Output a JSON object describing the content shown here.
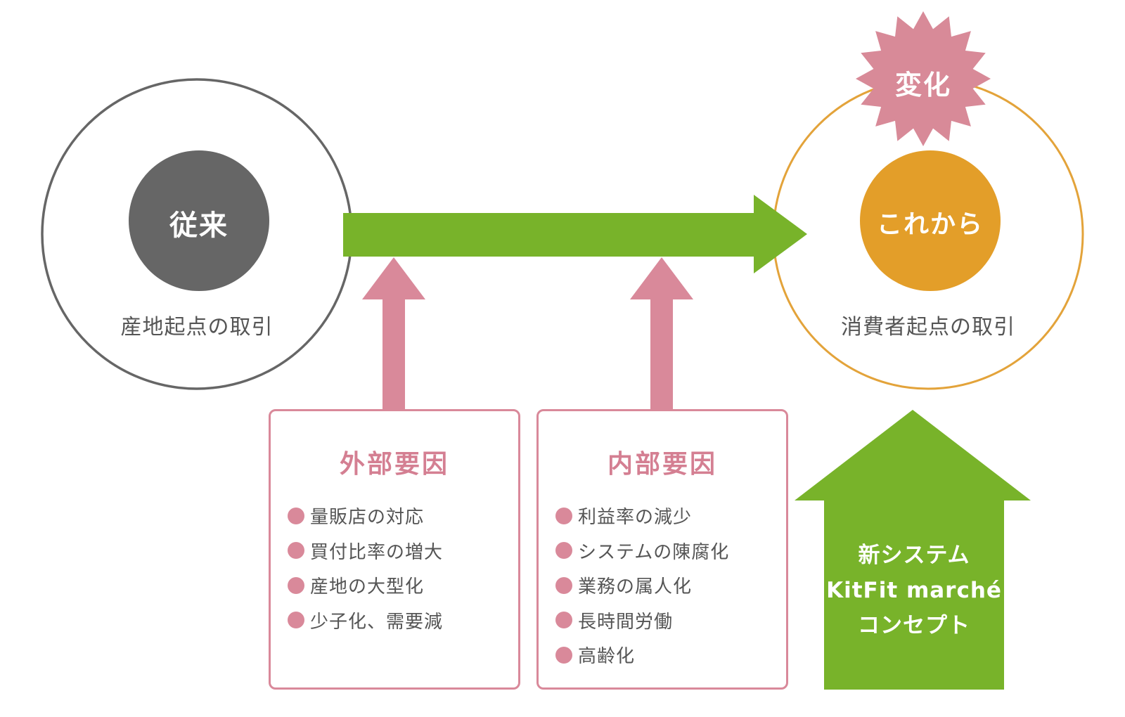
{
  "current_state": {
    "badge": "従来",
    "caption": "産地起点の取引",
    "color": "#666666",
    "ring_color": "#666666"
  },
  "future_state": {
    "badge": "これから",
    "caption": "消費者起点の取引",
    "color": "#e39e29",
    "ring_color": "#e3a33a",
    "change_burst": "変化",
    "burst_color": "#d88a98"
  },
  "transition_arrow_color": "#78b32a",
  "external_factors": {
    "title": "外部要因",
    "items": [
      "量販店の対応",
      "買付比率の増大",
      "産地の大型化",
      "少子化、需要減"
    ]
  },
  "internal_factors": {
    "title": "内部要因",
    "items": [
      "利益率の減少",
      "システムの陳腐化",
      "業務の属人化",
      "長時間労働",
      "高齢化"
    ]
  },
  "new_system": {
    "lines": [
      "新システム",
      "KitFit marché",
      "コンセプト"
    ],
    "color": "#78b32a"
  },
  "factor_color": "#d9899a"
}
